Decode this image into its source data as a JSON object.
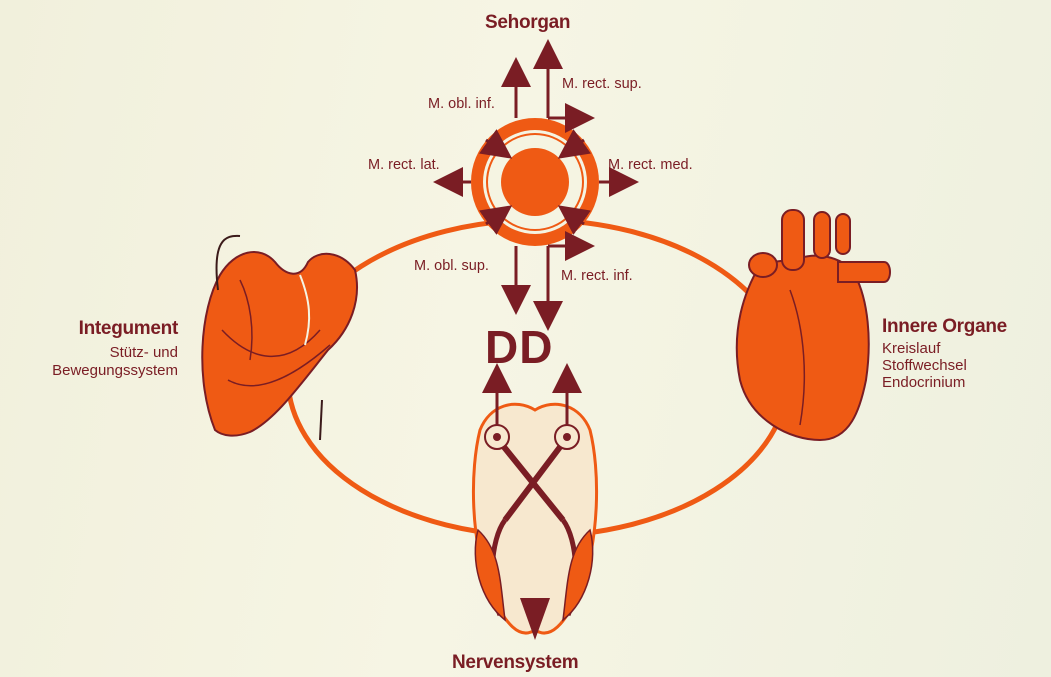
{
  "colors": {
    "orange": "#ef5a14",
    "dark_red": "#7a1d24",
    "background": "#f3f2e0"
  },
  "top": {
    "title": "Sehorgan"
  },
  "muscles": {
    "obl_inf": "M. obl. inf.",
    "rect_sup": "M. rect. sup.",
    "rect_lat": "M. rect. lat.",
    "rect_med": "M. rect. med.",
    "obl_sup": "M. obl. sup.",
    "rect_inf": "M. rect. inf."
  },
  "left": {
    "title": "Integument",
    "lines": [
      "Stütz- und",
      "Bewegungssystem"
    ]
  },
  "right": {
    "title": "Innere Organe",
    "lines": [
      "Kreislauf",
      "Stoffwechsel",
      "Endocrinium"
    ]
  },
  "center": {
    "abbr": "DD"
  },
  "bottom": {
    "title": "Nervensystem"
  },
  "icons": [
    "eye-icon",
    "arm-muscle-icon",
    "heart-icon",
    "brain-icon"
  ]
}
